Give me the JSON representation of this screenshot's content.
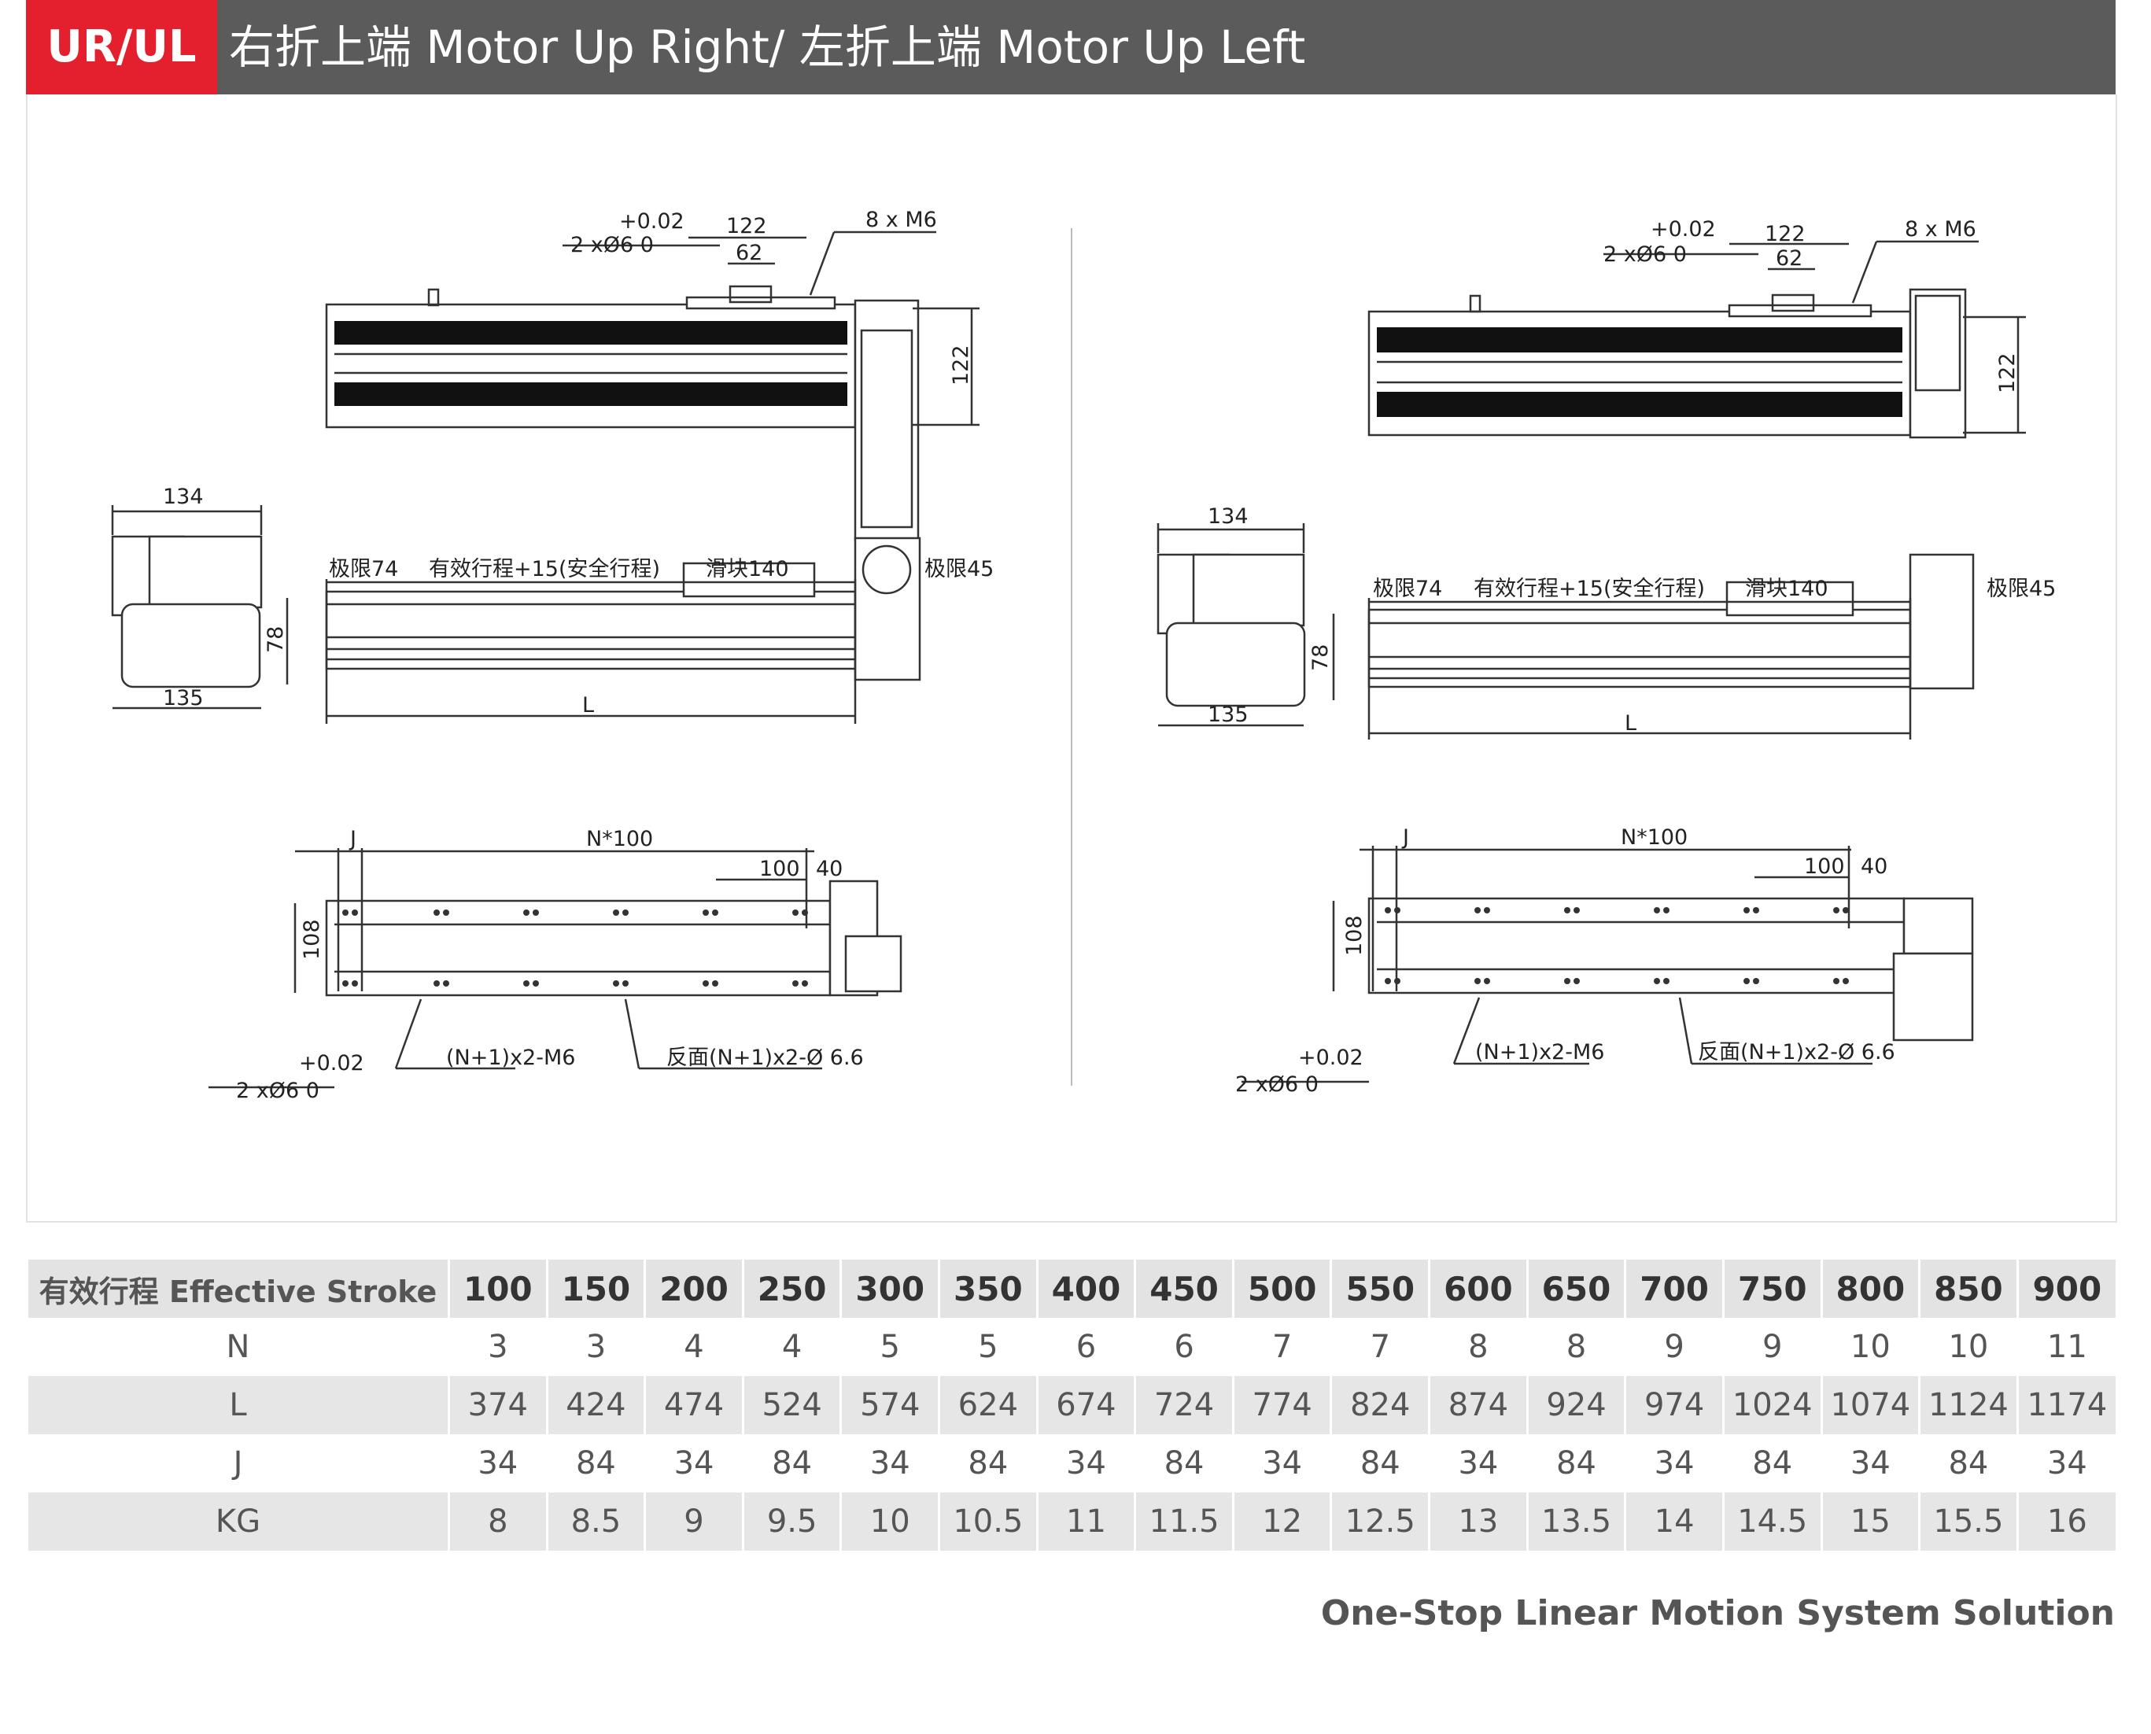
{
  "header": {
    "badge": "UR/UL",
    "title": "右折上端 Motor Up Right/ 左折上端 Motor Up Left"
  },
  "drawing": {
    "right": {
      "tol": "+0.02",
      "pin": "2 xØ6  0",
      "d122": "122",
      "d62": "62",
      "m6": "8 x  M6",
      "h122": "122",
      "d134": "134",
      "d135": "135",
      "d78": "78",
      "lim74": "极限74",
      "stroke": "有效行程+15(安全行程)",
      "slider": "滑块140",
      "lim45": "极限45",
      "L": "L",
      "J": "J",
      "N100": "N*100",
      "d100": "100",
      "d40": "40",
      "d108": "108",
      "tol2": "+0.02",
      "pin2": "2 xØ6  0",
      "holes": "(N+1)x2-M6",
      "back": "反面(N+1)x2-Ø 6.6"
    },
    "left": {
      "tol": "+0.02",
      "pin": "2 xØ6  0",
      "d122": "122",
      "d62": "62",
      "m6": "8 x M6",
      "h122": "122",
      "d134": "134",
      "d135": "135",
      "d78": "78",
      "lim74": "极限74",
      "stroke": "有效行程+15(安全行程)",
      "slider": "滑块140",
      "lim45": "极限45",
      "L": "L",
      "J": "J",
      "N100": "N*100",
      "d100": "100",
      "d40": "40",
      "d108": "108",
      "tol2": "+0.02",
      "pin2": "2 xØ6  0",
      "holes": "(N+1)x2-M6",
      "back": "反面(N+1)x2-Ø 6.6"
    }
  },
  "table": {
    "header_cn": "有效行程",
    "header_en": "Effective Stroke",
    "strokes": [
      "100",
      "150",
      "200",
      "250",
      "300",
      "350",
      "400",
      "450",
      "500",
      "550",
      "600",
      "650",
      "700",
      "750",
      "800",
      "850",
      "900"
    ],
    "rows": [
      {
        "label": "N",
        "values": [
          "3",
          "3",
          "4",
          "4",
          "5",
          "5",
          "6",
          "6",
          "7",
          "7",
          "8",
          "8",
          "9",
          "9",
          "10",
          "10",
          "11"
        ]
      },
      {
        "label": "L",
        "values": [
          "374",
          "424",
          "474",
          "524",
          "574",
          "624",
          "674",
          "724",
          "774",
          "824",
          "874",
          "924",
          "974",
          "1024",
          "1074",
          "1124",
          "1174"
        ]
      },
      {
        "label": "J",
        "values": [
          "34",
          "84",
          "34",
          "84",
          "34",
          "84",
          "34",
          "84",
          "34",
          "84",
          "34",
          "84",
          "34",
          "84",
          "34",
          "84",
          "34"
        ]
      },
      {
        "label": "KG",
        "values": [
          "8",
          "8.5",
          "9",
          "9.5",
          "10",
          "10.5",
          "11",
          "11.5",
          "12",
          "12.5",
          "13",
          "13.5",
          "14",
          "14.5",
          "15",
          "15.5",
          "16"
        ]
      }
    ]
  },
  "footer": {
    "slogan": "One-Stop Linear Motion System Solution"
  }
}
